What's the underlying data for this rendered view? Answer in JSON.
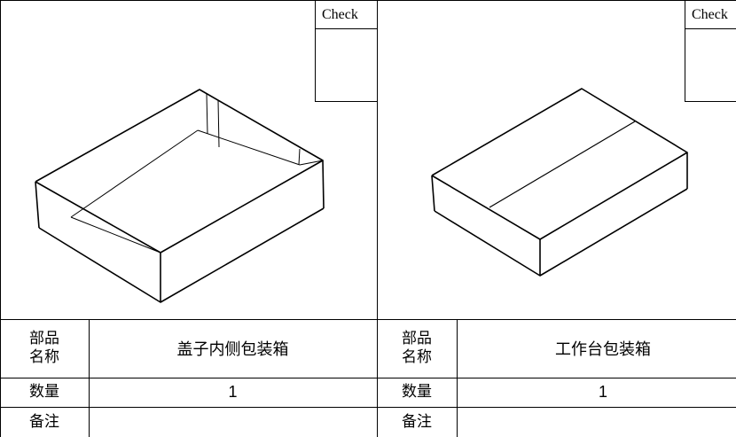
{
  "left": {
    "check_label": "Check",
    "name_label_line1": "部品",
    "name_label_line2": "名称",
    "part_name": "盖子内侧包装箱",
    "qty_label": "数量",
    "qty_value": "1",
    "note_label": "备注",
    "note_value": ""
  },
  "right": {
    "check_label": "Check",
    "name_label_line1": "部品",
    "name_label_line2": "名称",
    "part_name": "工作台包装箱",
    "qty_label": "数量",
    "qty_value": "1",
    "note_label": "备注",
    "note_value": ""
  }
}
